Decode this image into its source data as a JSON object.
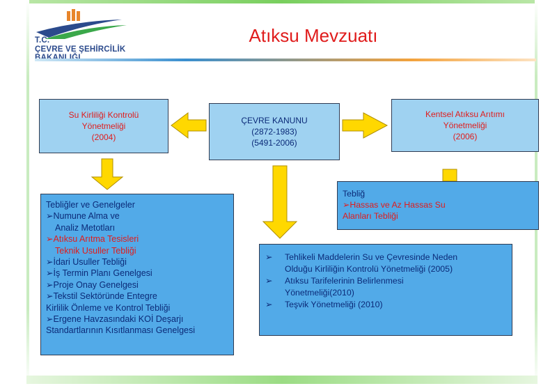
{
  "logo": {
    "line1": "T.C.",
    "line2": "ÇEVRE VE ŞEHİRCİLİK",
    "line3": "BAKANLIĞI"
  },
  "title": "Atıksu Mevzuatı",
  "colors": {
    "title_red": "#e01c1c",
    "text_navy": "#0b2a78",
    "box_light": "#9fd2f1",
    "box_dark": "#52aae8",
    "arrow_fill": "#ffd800",
    "arrow_stroke": "#b08f00"
  },
  "center_box": {
    "line1": "ÇEVRE KANUNU",
    "line2": "(2872-1983)",
    "line3": "(5491-2006)"
  },
  "left_box": {
    "line1": "Su Kirliliği Kontrolü",
    "line2": "Yönetmeliği",
    "line3": "(2004)"
  },
  "right_box": {
    "line1": "Kentsel Atıksu Arıtımı",
    "line2": "Yönetmeliği",
    "line3": "(2006)"
  },
  "left_list": {
    "heading": "Tebliğler ve Genelgeler",
    "bullet": "➢",
    "items": [
      {
        "l1": "Numune Alma ve",
        "l2": "Analiz Metotları"
      },
      {
        "l1": "Atıksu Arıtma Tesisleri",
        "l2": "Teknik Usuller Tebliği"
      },
      {
        "l1": "İdari Usuller Tebliği"
      },
      {
        "l1": "İş Termin Planı Genelgesi"
      },
      {
        "l1": "Proje Onay Genelgesi"
      },
      {
        "l1": "Tekstil Sektöründe Entegre",
        "l2": "Kirlilik Önleme ve Kontrol Tebliği"
      },
      {
        "l1": "Ergene Havzasındaki KOİ Deşarjı",
        "l2": "Standartlarının Kısıtlanması Genelgesi"
      }
    ]
  },
  "right_list": {
    "heading": "Tebliğ",
    "bullet": "➢",
    "l1": "Hassas ve Az Hassas Su",
    "l2": "Alanları Tebliği"
  },
  "bottom_list": {
    "bullet": "➢",
    "items": [
      {
        "l1": "Tehlikeli Maddelerin Su ve Çevresinde Neden",
        "l2": "Olduğu Kirliliğin Kontrolü Yönetmeliği (2005)"
      },
      {
        "l1": "Atıksu Tarifelerinin Belirlenmesi",
        "l2": "Yönetmeliği(2010)"
      },
      {
        "l1": "Teşvik Yönetmeliği (2010)"
      }
    ]
  }
}
